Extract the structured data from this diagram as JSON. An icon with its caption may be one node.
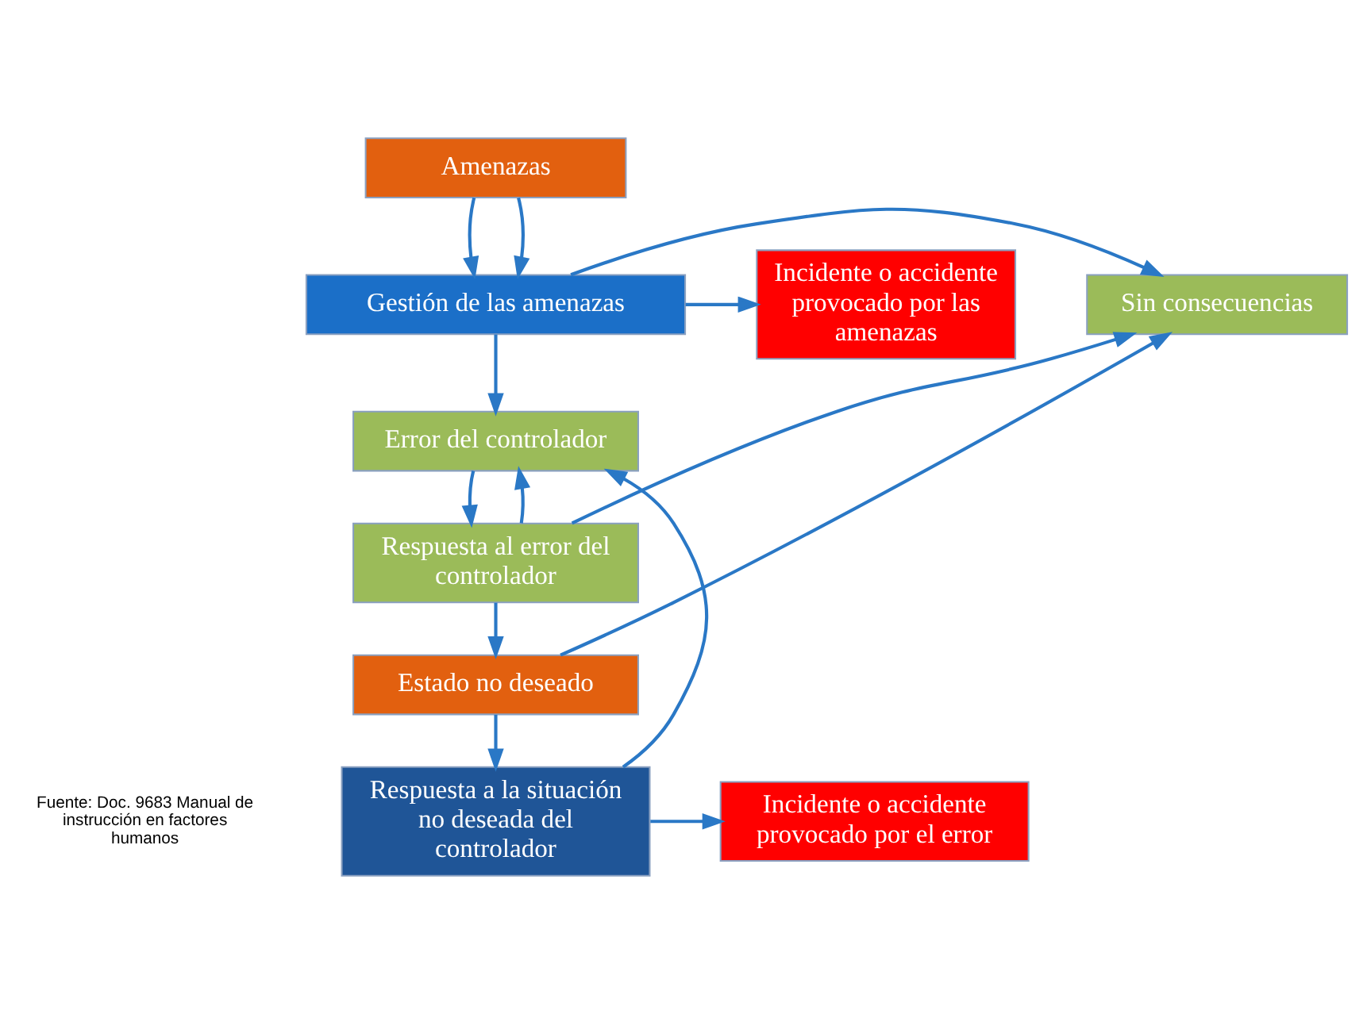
{
  "diagram": {
    "nodes": [
      {
        "text": [
          "Amenazas"
        ]
      },
      {
        "text": [
          "Sin consecuencias"
        ]
      },
      {
        "text": [
          "Gestión de las amenazas"
        ]
      },
      {
        "text": [
          "Incidente o accidente provocado por las amenazas"
        ]
      },
      {
        "text": [
          "Error del controlador"
        ]
      },
      {
        "text": [
          "Respuesta al error del controlador"
        ]
      },
      {
        "text": [
          "Estado no deseado"
        ]
      },
      {
        "text": [
          "Respuesta a la situación no deseada del controlador"
        ]
      },
      {
        "text": [
          "Incidente o accidente provocado por el error"
        ]
      }
    ],
    "edges": [
      {
        "from": 0,
        "to": 2,
        "arrow": "to"
      },
      {
        "from": 0,
        "to": 2,
        "arrow": "to"
      },
      {
        "from": 2,
        "to": 1,
        "arrow": "to"
      },
      {
        "from": 2,
        "to": 3,
        "arrow": "to"
      },
      {
        "from": 2,
        "to": 4,
        "arrow": "to"
      },
      {
        "from": 4,
        "to": 5,
        "arrow": "to"
      },
      {
        "from": 5,
        "to": 1,
        "arrow": "to"
      },
      {
        "from": 5,
        "to": 4,
        "arrow": "to"
      },
      {
        "from": 5,
        "to": 6,
        "arrow": "to"
      },
      {
        "from": 6,
        "to": 1,
        "arrow": "to"
      },
      {
        "from": 6,
        "to": 7,
        "arrow": "to"
      },
      {
        "from": 7,
        "to": 4,
        "arrow": "to"
      },
      {
        "from": 7,
        "to": 8,
        "arrow": "to"
      }
    ],
    "labels": [
      "Fuente: Doc. 9683 Manual de instrucción en factores humanos"
    ]
  }
}
